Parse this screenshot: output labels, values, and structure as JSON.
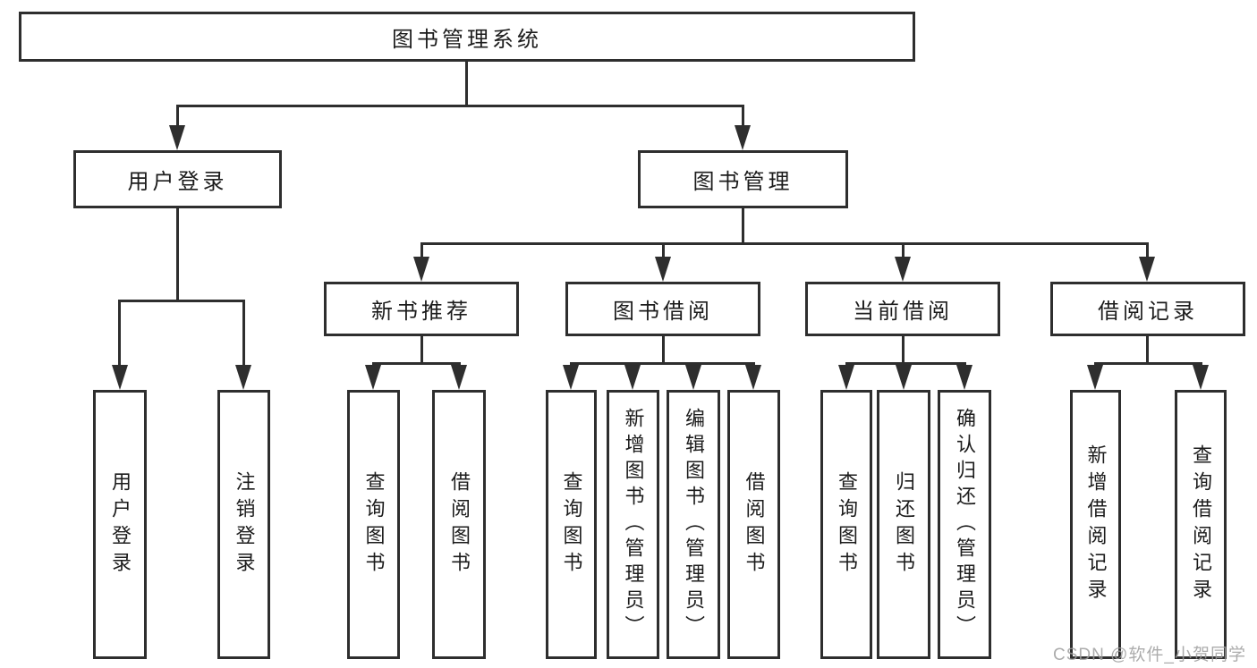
{
  "colors": {
    "line": "#2e2e2e",
    "box_border": "#2e2e2e",
    "box_background": "#ffffff",
    "text": "#1c1c1c",
    "watermark": "#9e9e9e"
  },
  "tree": {
    "label": "图书管理系统",
    "children": [
      {
        "label": "用户登录",
        "children": [
          {
            "label": "用户登录"
          },
          {
            "label": "注销登录"
          }
        ]
      },
      {
        "label": "图书管理",
        "children": [
          {
            "label": "新书推荐",
            "children": [
              {
                "label": "查询图书"
              },
              {
                "label": "借阅图书"
              }
            ]
          },
          {
            "label": "图书借阅",
            "children": [
              {
                "label": "查询图书"
              },
              {
                "label": "新增图书（管理员）"
              },
              {
                "label": "编辑图书（管理员）"
              },
              {
                "label": "借阅图书"
              }
            ]
          },
          {
            "label": "当前借阅",
            "children": [
              {
                "label": "查询图书"
              },
              {
                "label": "归还图书"
              },
              {
                "label": "确认归还（管理员）"
              }
            ]
          },
          {
            "label": "借阅记录",
            "children": [
              {
                "label": "新增借阅记录"
              },
              {
                "label": "查询借阅记录"
              }
            ]
          }
        ]
      }
    ]
  },
  "watermark": {
    "text": "CSDN @软件_小贺同学"
  }
}
